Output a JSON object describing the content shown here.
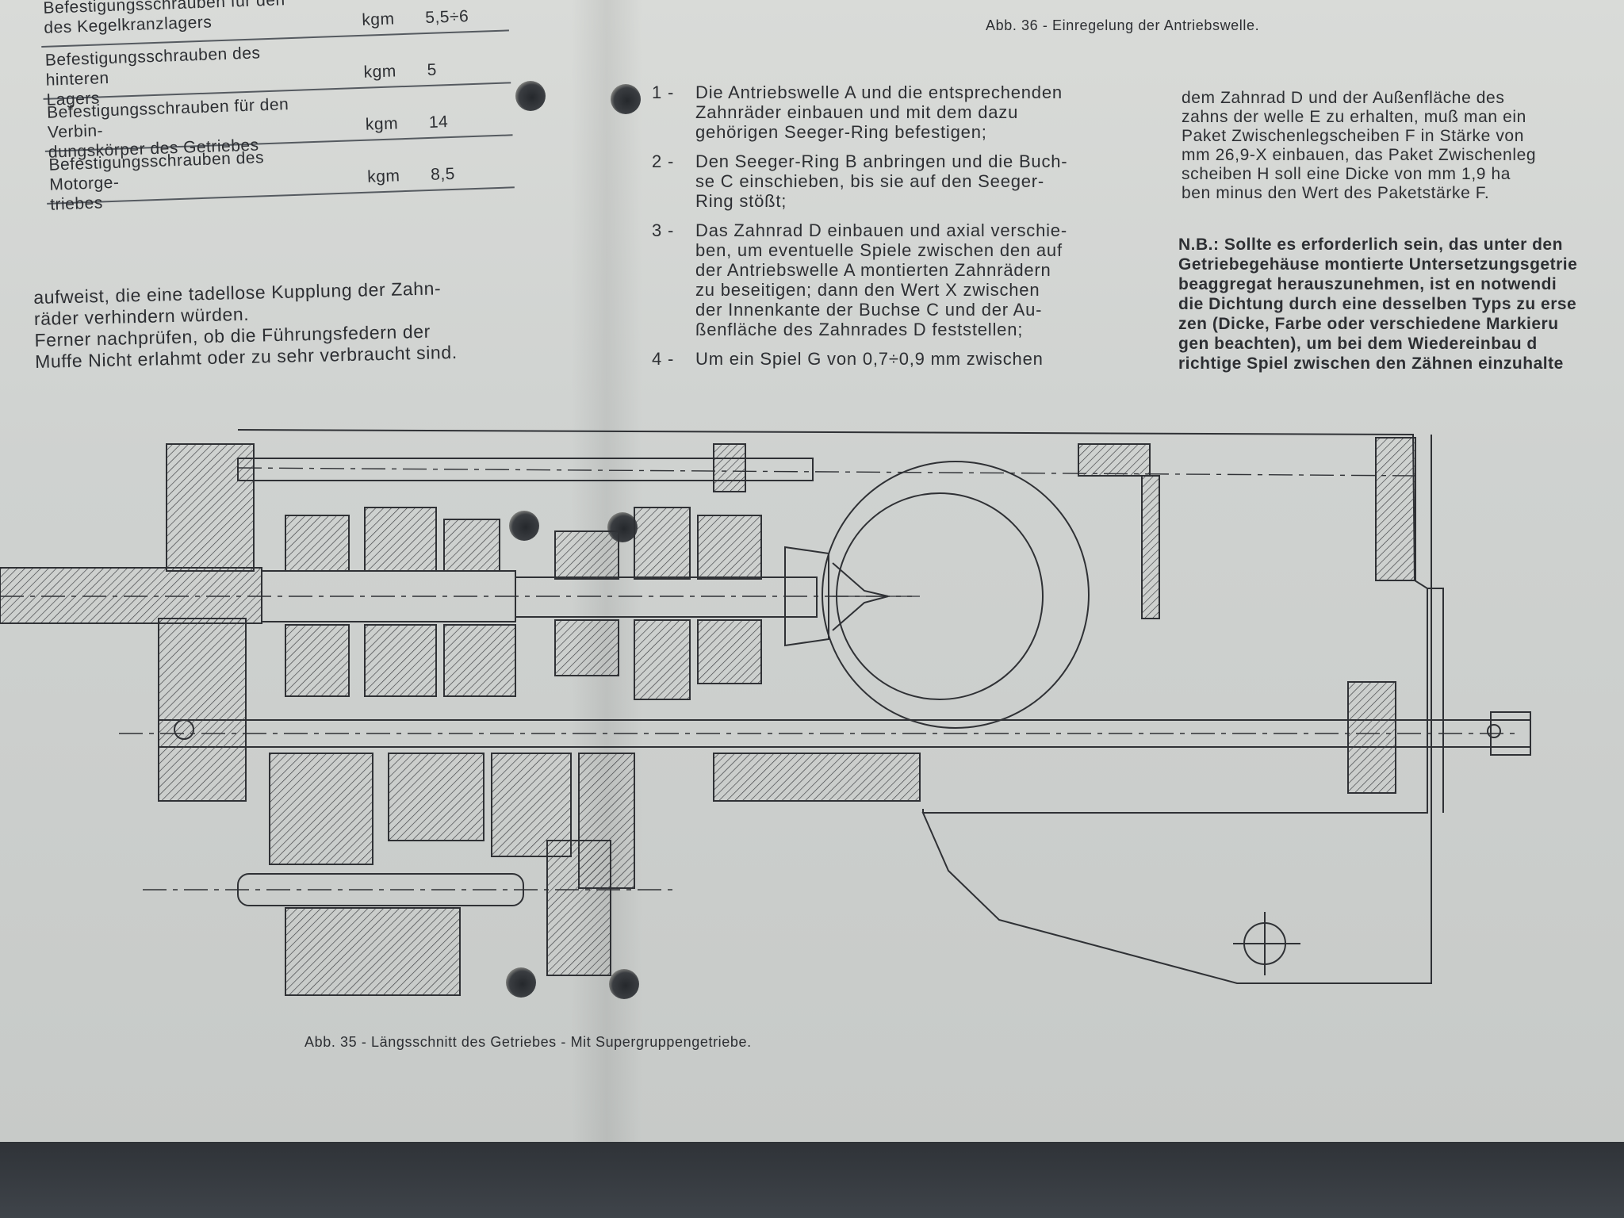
{
  "left_table": {
    "rows": [
      {
        "desc": [
          "Befestigungsschrauben für den",
          "des Kegelkranzlagers"
        ],
        "unit": "kgm",
        "value": "5,5÷6"
      },
      {
        "desc": [
          "Befestigungsschrauben des hinteren",
          "Lagers"
        ],
        "unit": "kgm",
        "value": "5"
      },
      {
        "desc": [
          "Befestigungsschrauben für den Verbin-",
          "dungskörper des Getriebes"
        ],
        "unit": "kgm",
        "value": "14"
      },
      {
        "desc": [
          "Befestigungsschrauben des Motorge-",
          "triebes"
        ],
        "unit": "kgm",
        "value": "8,5"
      }
    ]
  },
  "left_paragraph": [
    "aufweist, die eine tadellose Kupplung der Zahn-",
    "räder verhindern würden.",
    "Ferner nachprüfen, ob die Führungsfedern der",
    "Muffe Nicht erlahmt oder zu sehr verbraucht sind."
  ],
  "figure36_caption": "Abb. 36 - Einregelung der Antriebswelle.",
  "steps": [
    {
      "num": "1 -",
      "lines": [
        "Die Antriebswelle A und die entsprechenden",
        "Zahnräder einbauen und mit dem dazu",
        "gehörigen Seeger-Ring befestigen;"
      ]
    },
    {
      "num": "2 -",
      "lines": [
        "Den Seeger-Ring B anbringen und die Buch-",
        "se C einschieben, bis sie auf den Seeger-",
        "Ring stößt;"
      ]
    },
    {
      "num": "3 -",
      "lines": [
        "Das Zahnrad D einbauen und axial verschie-",
        "ben, um eventuelle Spiele zwischen den auf",
        "der Antriebswelle A montierten Zahnrädern",
        "zu beseitigen; dann den Wert X zwischen",
        "der Innenkante der Buchse C und der Au-",
        "ßenfläche des Zahnrades D feststellen;"
      ]
    },
    {
      "num": "4 -",
      "lines": [
        "Um ein Spiel G von 0,7÷0,9 mm zwischen"
      ]
    }
  ],
  "right_column": [
    "dem Zahnrad D und der Außenfläche des",
    "zahns der welle E zu erhalten, muß man ein",
    "Paket Zwischenlegscheiben F in Stärke von",
    "mm 26,9-X einbauen, das Paket Zwischenleg",
    "scheiben H soll eine Dicke von mm 1,9 ha",
    "ben minus den Wert des Paketstärke F."
  ],
  "nb_note": [
    "N.B.: Sollte es erforderlich sein, das unter den",
    "Getriebegehäuse montierte Untersetzungsgetrie",
    "beaggregat herauszunehmen, ist en notwendi",
    "die Dichtung durch eine desselben Typs zu erse",
    "zen (Dicke, Farbe oder verschiedene Markieru",
    "gen beachten), um bei dem Wiedereinbau d",
    "richtige Spiel zwischen den Zähnen einzuhalte"
  ],
  "figure35_caption": "Abb. 35 - Längsschnitt des Getriebes - Mit Supergruppengetriebe.",
  "colors": {
    "paper": "#d5d8d5",
    "ink": "#2d2f33",
    "table_background": "#3a3e44"
  }
}
